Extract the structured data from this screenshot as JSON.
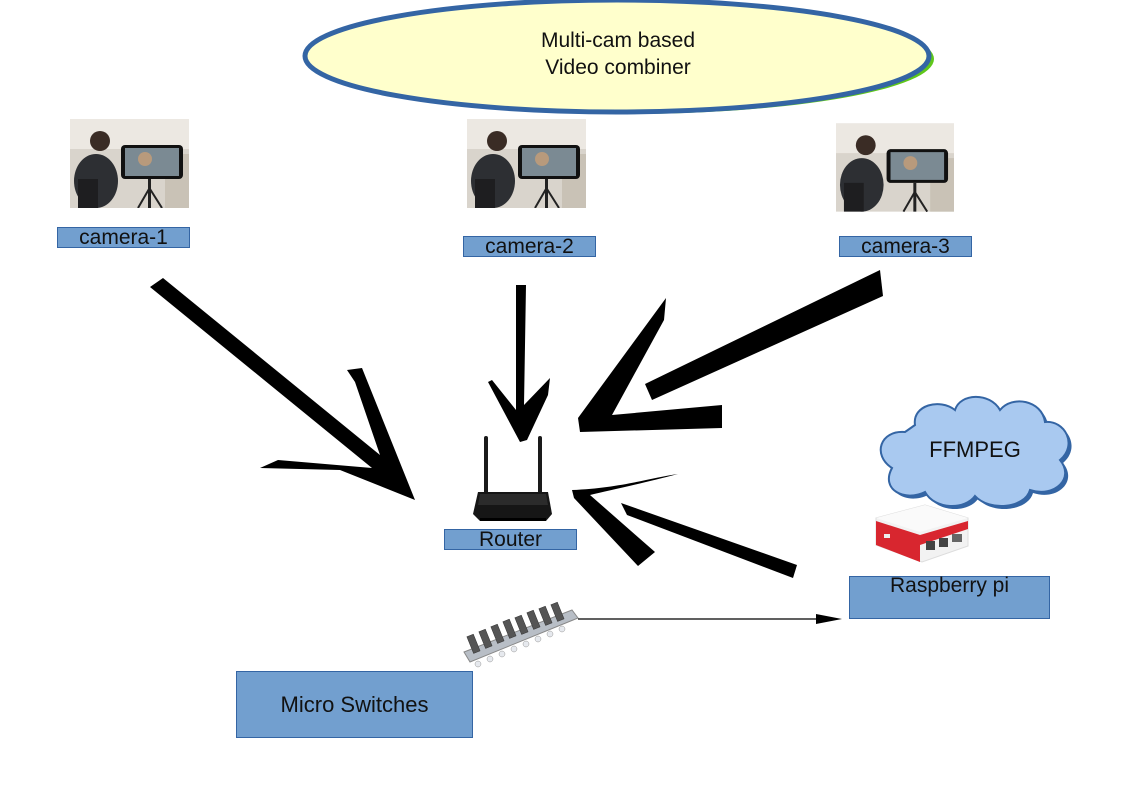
{
  "title": {
    "line1": "Multi-cam based",
    "line2": "Video combiner"
  },
  "cameras": [
    {
      "label": "camera-1",
      "icon": "camera-on-tripod-photo"
    },
    {
      "label": "camera-2",
      "icon": "camera-on-tripod-photo"
    },
    {
      "label": "camera-3",
      "icon": "camera-on-tripod-photo"
    }
  ],
  "router": {
    "label": "Router",
    "icon": "wifi-router-icon"
  },
  "ffmpeg": {
    "label": "FFMPEG",
    "shape": "cloud"
  },
  "raspberry_pi": {
    "label": "Raspberry pi",
    "icon": "raspberry-pi-case-icon"
  },
  "micro_switches": {
    "label": "Micro Switches",
    "icon": "switch-strip-icon"
  },
  "colors": {
    "label_fill": "#729fcf",
    "label_border": "#3465a4",
    "ellipse_fill": "#ffffcc",
    "ellipse_border": "#3465a4",
    "ellipse_shadow": "#5fc71b",
    "cloud_fill": "#a9c9f0",
    "cloud_border": "#3465a4",
    "arrow": "#000000"
  }
}
